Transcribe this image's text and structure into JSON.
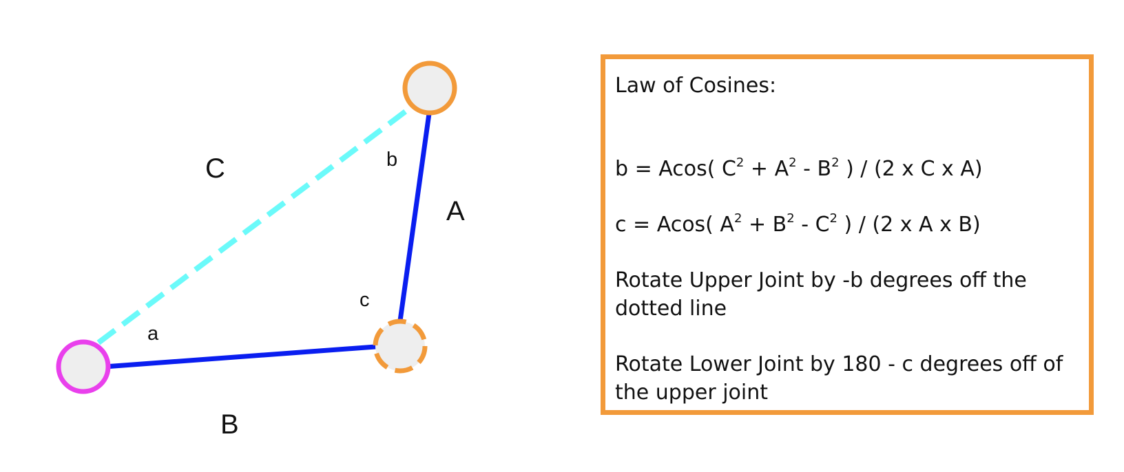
{
  "diagram": {
    "side_labels": {
      "A": "A",
      "B": "B",
      "C": "C"
    },
    "angle_labels": {
      "a": "a",
      "b": "b",
      "c": "c"
    },
    "colors": {
      "bone": "#0A1EF0",
      "dotted": "#6BFAFA",
      "joint_fill": "#EEEEEE",
      "base_joint": "#E940EC",
      "upper_joint": "#F29A3A",
      "lower_joint": "#F29A3A",
      "box_border": "#F29A3A"
    }
  },
  "info": {
    "title": "Law of Cosines:",
    "formula_b": {
      "prefix": "b = Acos( ",
      "t1": "C",
      "plus": " + ",
      "t2": "A",
      "minus": " - ",
      "t3": "B",
      "suffix": " ) / (2 x C x A)",
      "exp": "2"
    },
    "formula_c": {
      "prefix": "c = Acos( ",
      "t1": "A",
      "plus": " + ",
      "t2": "B",
      "minus": " - ",
      "t3": "C",
      "suffix": " ) / (2 x A x B)",
      "exp": "2"
    },
    "step_upper": "Rotate Upper Joint by -b degrees off the dotted line",
    "step_lower": "Rotate Lower Joint by 180 - c degrees off of the upper joint"
  }
}
